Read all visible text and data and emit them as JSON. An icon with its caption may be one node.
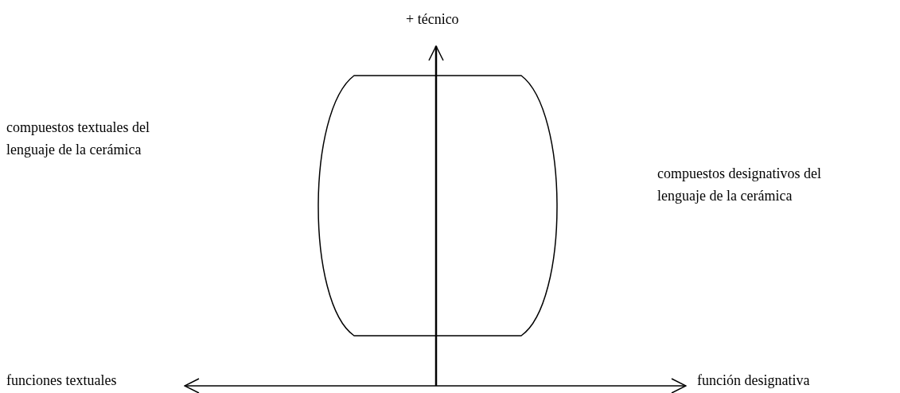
{
  "diagram": {
    "nodes": [
      {
        "text": [],
        "shape": "barrel"
      }
    ],
    "labels": [
      "+ técnico",
      "compuestos textuales del lenguaje de la cerámica",
      "compuestos designativos del lenguaje de la cerámica",
      "funciones textuales",
      "función designativa"
    ]
  }
}
